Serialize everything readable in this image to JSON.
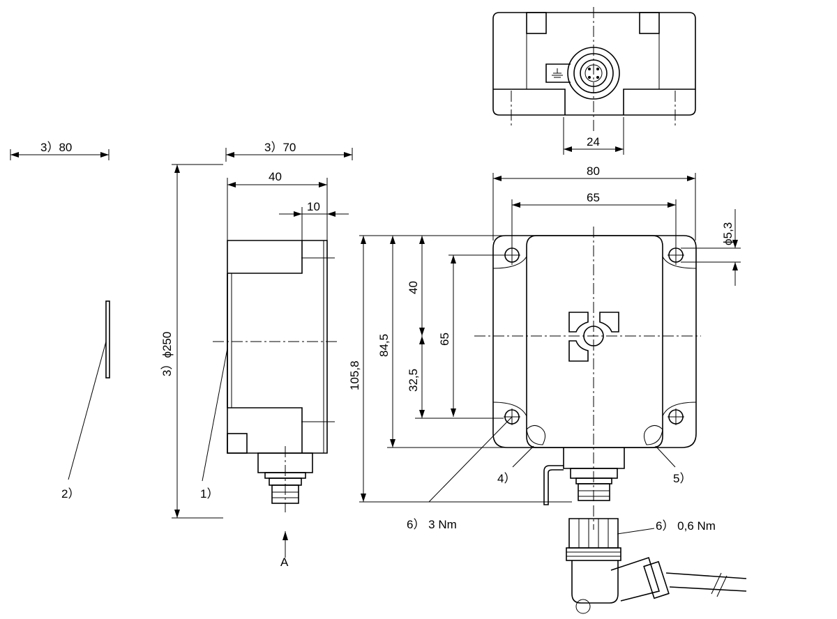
{
  "labels": {
    "top_80": "3）80",
    "top_70": "3）70",
    "dim_40_side": "40",
    "dim_10": "10",
    "dim_250": "3）ϕ250",
    "note_2": "2）",
    "note_1": "1）",
    "view_a": "A",
    "dim_24": "24",
    "dim_80": "80",
    "dim_65_h": "65",
    "dim_5_3": "ϕ5,3",
    "dim_105_8": "105,8",
    "dim_84_5": "84,5",
    "dim_40_v": "40",
    "dim_32_5": "32,5",
    "dim_65_v": "65",
    "note_4": "4）",
    "note_5": "5）",
    "note_6_torque_main": "6） 3 Nm",
    "note_6_torque_conn": "6） 0,6 Nm"
  }
}
